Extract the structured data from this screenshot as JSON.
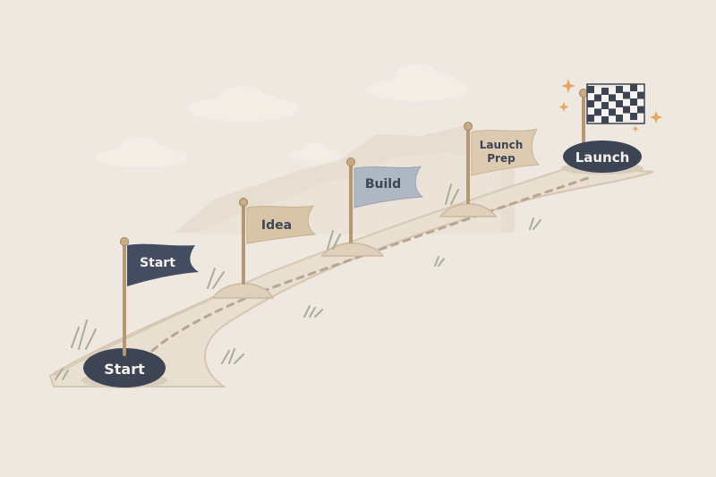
{
  "milestones": [
    {
      "label": "Start",
      "style": "flag"
    },
    {
      "label": "Idea",
      "style": "flag"
    },
    {
      "label": "Build",
      "style": "flag"
    },
    {
      "label_lines": [
        "Launch",
        "Prep"
      ],
      "style": "flag"
    },
    {
      "label": "",
      "style": "checkered-flag"
    }
  ],
  "start_stone": {
    "label": "Start"
  },
  "finish_stone": {
    "label": "Launch"
  },
  "colors": {
    "background": "#eee8e1",
    "path": "#e9dfd1",
    "path_edge": "#d6c6b1",
    "dash": "#b8a690",
    "stone": "#3d4554",
    "flag_start": "#434c60",
    "flag_idea": "#d8c5a7",
    "flag_build": "#aeb7c2",
    "flag_prep": "#dccbb0",
    "pole": "#b49774",
    "sparkle": "#e4a862",
    "hill": "#e1d4c6",
    "cloud": "#f3ede6",
    "grass": "#a9ad98"
  }
}
